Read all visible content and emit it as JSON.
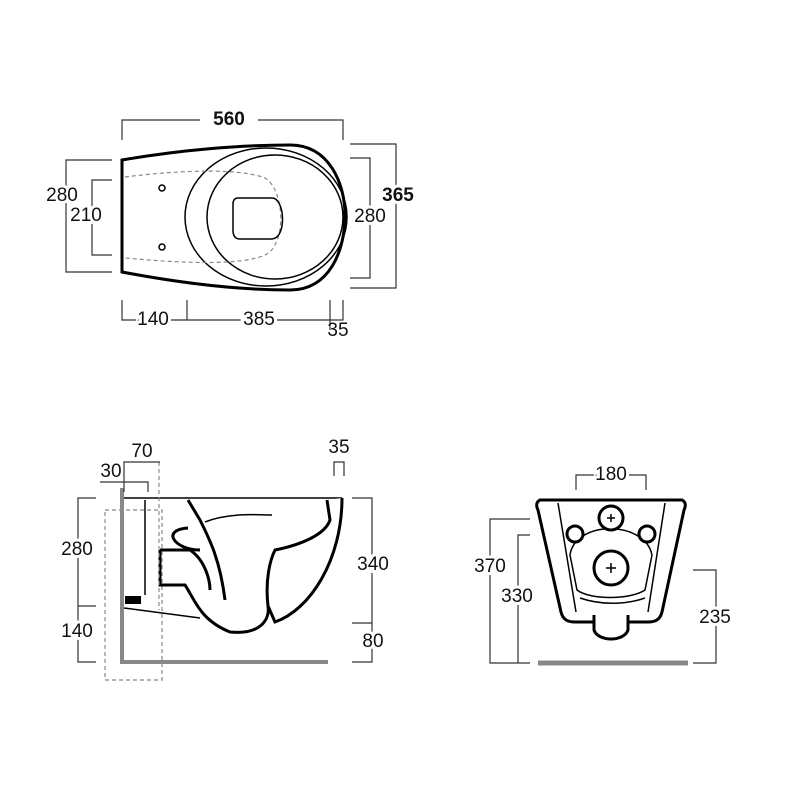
{
  "top_view": {
    "overall_length": "560",
    "overall_width": "365",
    "left_width_outer": "280",
    "left_width_inner": "210",
    "right_width": "280",
    "bottom_segments": [
      "140",
      "385",
      "35"
    ]
  },
  "side_view": {
    "dim_70": "70",
    "dim_30": "30",
    "dim_35": "35",
    "left_upper": "280",
    "left_lower": "140",
    "right_height": "340",
    "right_lower": "80"
  },
  "front_view": {
    "top_width": "180",
    "height_outer": "370",
    "height_inner": "330",
    "right_height": "235"
  }
}
